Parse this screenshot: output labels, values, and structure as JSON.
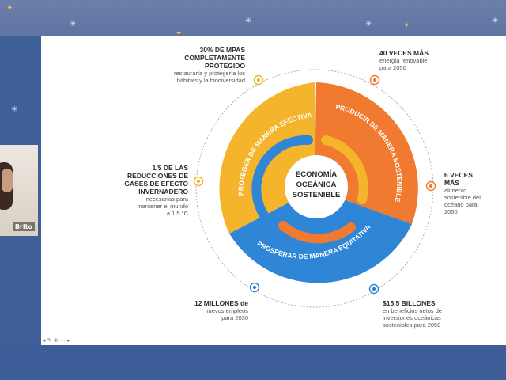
{
  "presenter": {
    "name": "Brito"
  },
  "diagram": {
    "center": [
      "ECONOMÍA",
      "OCEÁNICA",
      "SOSTENIBLE"
    ],
    "segments": {
      "protect": "PROTEGER DE MANERA EFECTIVA",
      "produce": "PRODUCIR DE MANERA SOSTENIBLE",
      "prosper": "PROSPERAR DE MANERA EQUITATIVA"
    },
    "colors": {
      "protect": "#f4b52c",
      "produce": "#ef7a30",
      "prosper": "#2f86d6",
      "dot_yellow": "#f4b52c",
      "dot_orange": "#ef7a30",
      "dot_blue": "#2f86d6"
    }
  },
  "callouts": {
    "mpas": {
      "title": "30% DE MPAS COMPLETAMENTE PROTEGIDO",
      "title_lines": [
        "30% DE MPAS",
        "COMPLETAMENTE",
        "PROTEGIDO"
      ],
      "body_lines": [
        "restauraría y protegería los",
        "hábitats y la biodiversidad"
      ]
    },
    "energy": {
      "title_lines": [
        "40 VECES MÁS"
      ],
      "body_lines": [
        "energía renovable",
        "para 2050"
      ]
    },
    "emissions": {
      "title_lines": [
        "1/5 DE LAS",
        "REDUCCIONES DE",
        "GASES DE EFECTO",
        "INVERNADERO"
      ],
      "body_lines": [
        "necesarias para",
        "mantener el mundo",
        "a 1.5 °C"
      ]
    },
    "food": {
      "title_lines": [
        "6 VECES",
        "MÁS"
      ],
      "body_lines": [
        "alimento",
        "sostenible del",
        "océano para",
        "2050"
      ]
    },
    "jobs": {
      "title_lines": [
        "12 MILLONES de"
      ],
      "body_lines": [
        "nuevos empleos",
        "para 2030"
      ]
    },
    "benefits": {
      "title_lines": [
        "$15.5 BILLONES"
      ],
      "body_lines": [
        "en beneficios netos de",
        "inversiones oceánicas",
        "sostenibles para 2050"
      ]
    }
  },
  "toolbar": {
    "icons": [
      "arrow-left-icon",
      "pen-icon",
      "zoom-icon",
      "more-icon",
      "arrow-right-icon"
    ]
  }
}
